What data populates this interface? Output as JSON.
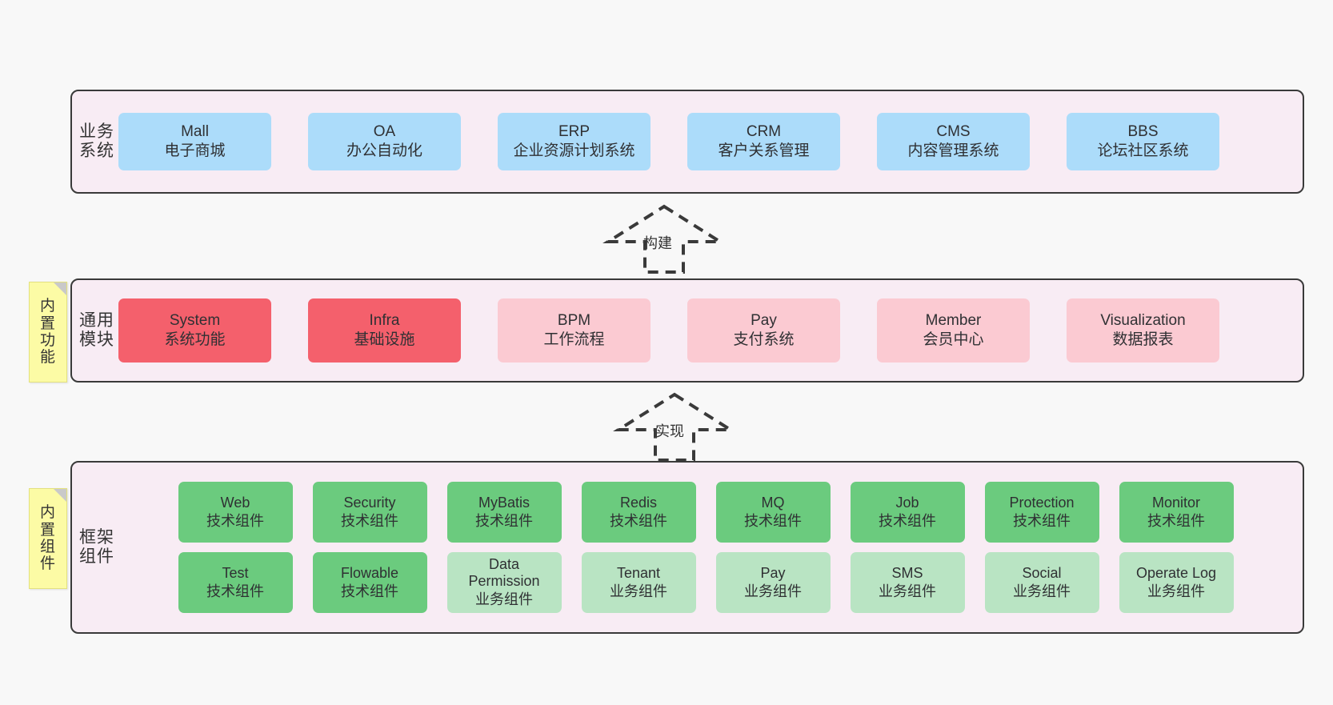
{
  "layers": [
    {
      "id": "business",
      "title": "业务系统",
      "cards": [
        {
          "name": "Mall",
          "desc": "电子商城"
        },
        {
          "name": "OA",
          "desc": "办公自动化"
        },
        {
          "name": "ERP",
          "desc": "企业资源计划系统"
        },
        {
          "name": "CRM",
          "desc": "客户关系管理"
        },
        {
          "name": "CMS",
          "desc": "内容管理系统"
        },
        {
          "name": "BBS",
          "desc": "论坛社区系统"
        }
      ]
    },
    {
      "id": "modules",
      "title": "通用模块",
      "sticky": "内置功能",
      "cards": [
        {
          "name": "System",
          "desc": "系统功能",
          "tone": "strong"
        },
        {
          "name": "Infra",
          "desc": "基础设施",
          "tone": "strong"
        },
        {
          "name": "BPM",
          "desc": "工作流程",
          "tone": "soft"
        },
        {
          "name": "Pay",
          "desc": "支付系统",
          "tone": "soft"
        },
        {
          "name": "Member",
          "desc": "会员中心",
          "tone": "soft"
        },
        {
          "name": "Visualization",
          "desc": "数据报表",
          "tone": "soft"
        }
      ]
    },
    {
      "id": "frame",
      "title": "框架组件",
      "sticky": "内置组件",
      "rows": [
        [
          {
            "name": "Web",
            "desc": "技术组件",
            "tone": "tech"
          },
          {
            "name": "Security",
            "desc": "技术组件",
            "tone": "tech"
          },
          {
            "name": "MyBatis",
            "desc": "技术组件",
            "tone": "tech"
          },
          {
            "name": "Redis",
            "desc": "技术组件",
            "tone": "tech"
          },
          {
            "name": "MQ",
            "desc": "技术组件",
            "tone": "tech"
          },
          {
            "name": "Job",
            "desc": "技术组件",
            "tone": "tech"
          },
          {
            "name": "Protection",
            "desc": "技术组件",
            "tone": "tech"
          },
          {
            "name": "Monitor",
            "desc": "技术组件",
            "tone": "tech"
          }
        ],
        [
          {
            "name": "Test",
            "desc": "技术组件",
            "tone": "tech"
          },
          {
            "name": "Flowable",
            "desc": "技术组件",
            "tone": "tech"
          },
          {
            "name": "Data Permission",
            "desc": "业务组件",
            "tone": "biz"
          },
          {
            "name": "Tenant",
            "desc": "业务组件",
            "tone": "biz"
          },
          {
            "name": "Pay",
            "desc": "业务组件",
            "tone": "biz"
          },
          {
            "name": "SMS",
            "desc": "业务组件",
            "tone": "biz"
          },
          {
            "name": "Social",
            "desc": "业务组件",
            "tone": "biz"
          },
          {
            "name": "Operate Log",
            "desc": "业务组件",
            "tone": "biz"
          }
        ]
      ]
    }
  ],
  "connectors": [
    {
      "id": "build",
      "label": "构建"
    },
    {
      "id": "impl",
      "label": "实现"
    }
  ],
  "colors": {
    "business_card": "#ACDCFA",
    "module_strong": "#F4606C",
    "module_soft": "#FBCAD2",
    "component_tech": "#6BCB7E",
    "component_biz": "#B9E4C3",
    "panel_background": "#F8ECF4",
    "panel_border": "#3A3A3A",
    "sticky_note": "#FCFBA5",
    "canvas": "#F8F8F8"
  }
}
